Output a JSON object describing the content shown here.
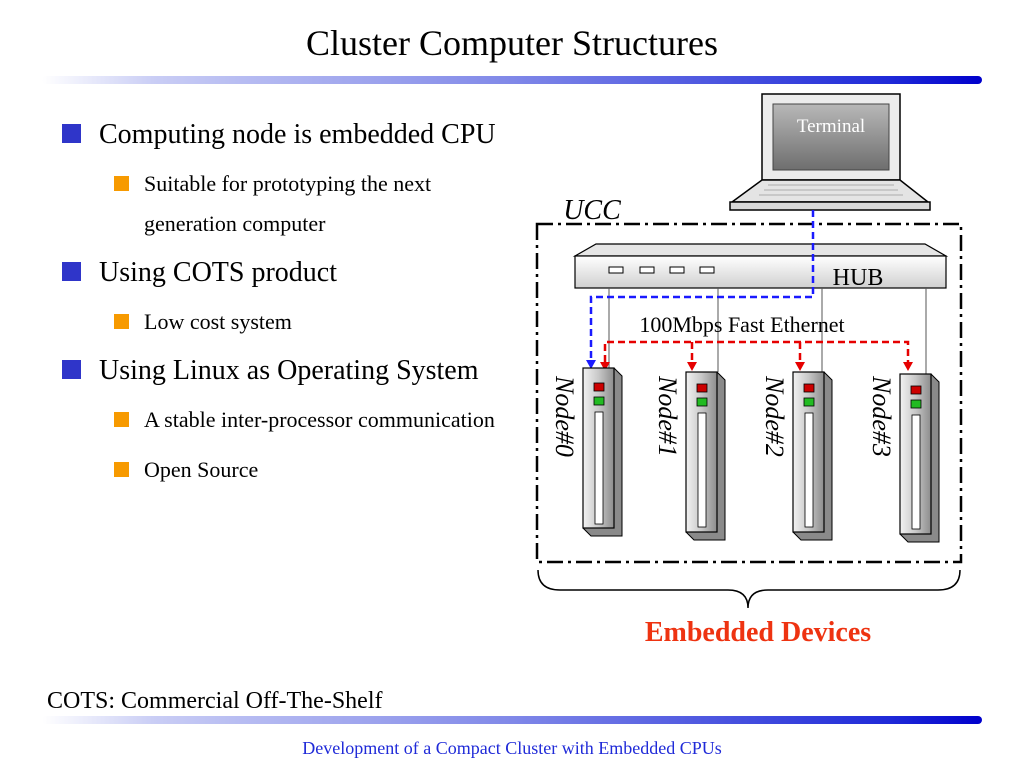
{
  "slide": {
    "title": "Cluster Computer Structures",
    "footnote": "COTS: Commercial Off-The-Shelf",
    "footer": "Development of a Compact Cluster with Embedded CPUs"
  },
  "bullets": [
    {
      "text": "Computing node is embedded CPU",
      "sub": [
        "Suitable for prototyping the next generation computer"
      ]
    },
    {
      "text": "Using COTS product",
      "sub": [
        "Low cost system"
      ]
    },
    {
      "text": "Using Linux as Operating System",
      "sub": [
        "A stable inter-processor communication",
        "Open Source"
      ]
    }
  ],
  "diagram": {
    "terminal_label": "Terminal",
    "ucc_label": "UCC",
    "hub_label": "HUB",
    "network_label": "100Mbps Fast Ethernet",
    "nodes": [
      "Node#0",
      "Node#1",
      "Node#2",
      "Node#3"
    ],
    "group_label": "Embedded Devices"
  },
  "colors": {
    "bullet_main": "#2f35c9",
    "bullet_sub": "#f79a00",
    "footer_text": "#1f2ad8",
    "embedded_label": "#ee3311",
    "terminal_link": "#1a1aff",
    "node_link": "#e60000"
  }
}
